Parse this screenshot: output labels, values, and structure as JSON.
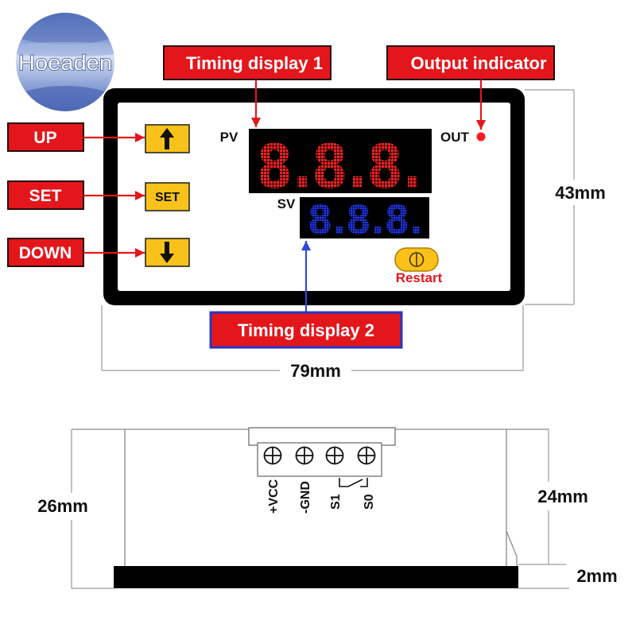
{
  "logo": {
    "text": "Hoeaden"
  },
  "callouts": {
    "timing_display_1": "Timing display 1",
    "output_indicator": "Output indicator",
    "timing_display_2": "Timing display 2",
    "up": "UP",
    "set": "SET",
    "down": "DOWN"
  },
  "panel": {
    "pv_label": "PV",
    "sv_label": "SV",
    "out_label": "OUT",
    "pv_display": "8.8.8.",
    "sv_display": "8.8.8.",
    "set_button_label": "SET",
    "restart_label": "Restart"
  },
  "dimensions": {
    "front_height": "43mm",
    "front_width": "79mm",
    "side_total_height": "26mm",
    "side_body_height": "24mm",
    "side_base_height": "2mm"
  },
  "terminals": [
    "+VCC",
    "-GND",
    "S1",
    "S0"
  ],
  "icons": {
    "up_button": "up-arrow-icon",
    "down_button": "down-arrow-icon",
    "restart_button": "restart-icon",
    "output_led": "led-indicator-icon",
    "terminal_screw": "screw-terminal-icon"
  },
  "colors": {
    "callout_red": "#e3161c",
    "callout_border": "#2a0a0a",
    "callout_blue_border": "#2337c6",
    "button_yellow": "#f8c21a",
    "display_red": "#ff2424",
    "display_blue": "#2438ff",
    "arrow_red": "#e3161c",
    "arrow_blue": "#2f47d6",
    "indicator_red": "#ff1a1a",
    "restart_text": "#e3161c"
  }
}
